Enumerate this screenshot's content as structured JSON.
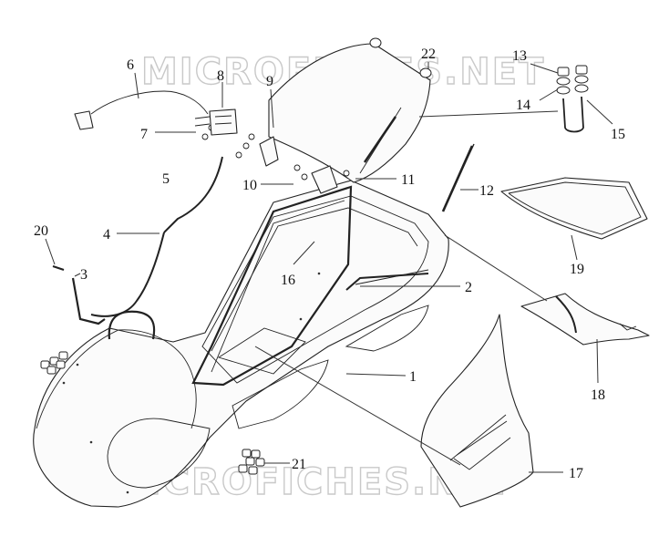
{
  "watermark": {
    "text": "MICROFICHES.NET"
  },
  "callouts": [
    "1",
    "2",
    "3",
    "4",
    "5",
    "6",
    "7",
    "8",
    "9",
    "10",
    "11",
    "12",
    "13",
    "14",
    "15",
    "16",
    "17",
    "18",
    "19",
    "20",
    "21",
    "22"
  ]
}
